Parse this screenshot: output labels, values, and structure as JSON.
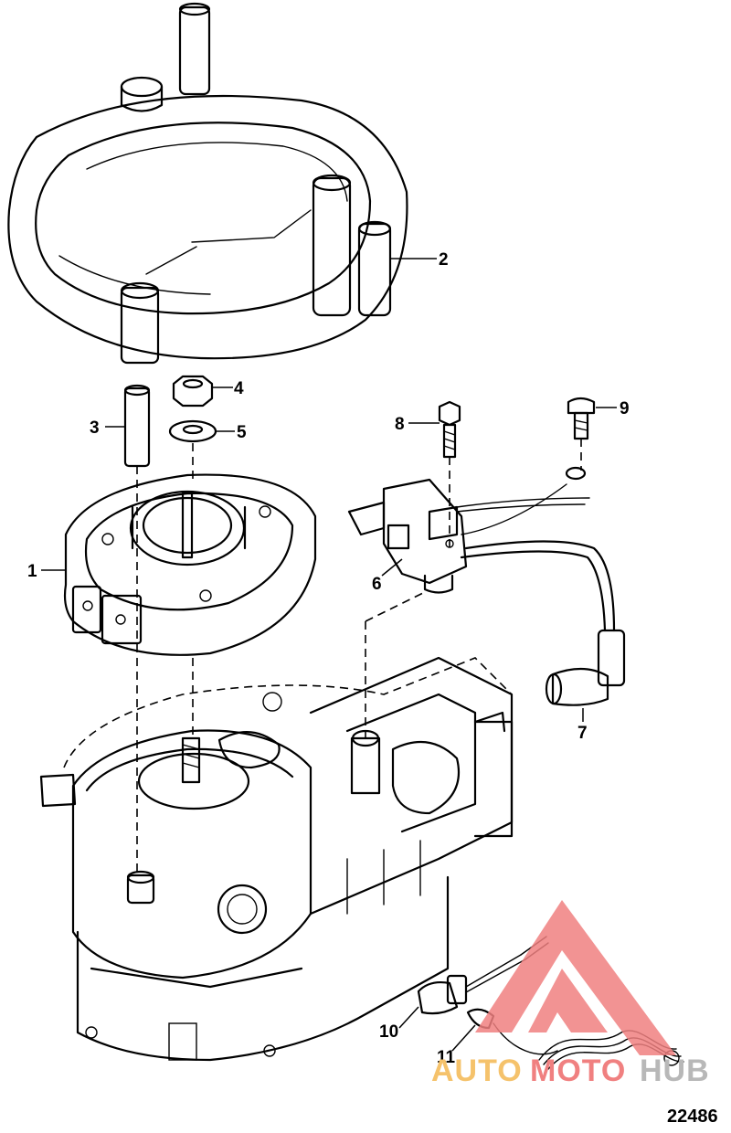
{
  "callouts": {
    "c1": "1",
    "c2": "2",
    "c3": "3",
    "c4": "4",
    "c5": "5",
    "c6": "6",
    "c7": "7",
    "c8": "8",
    "c9": "9",
    "c10": "10",
    "c11": "11"
  },
  "drawing_number": "22486",
  "watermark": {
    "word_a": "AUTO",
    "word_b": "MOTO",
    "word_c": "HUB",
    "color_mark": "#f08080",
    "color_a": "#f5c26b",
    "color_c": "#b8b8b8"
  }
}
